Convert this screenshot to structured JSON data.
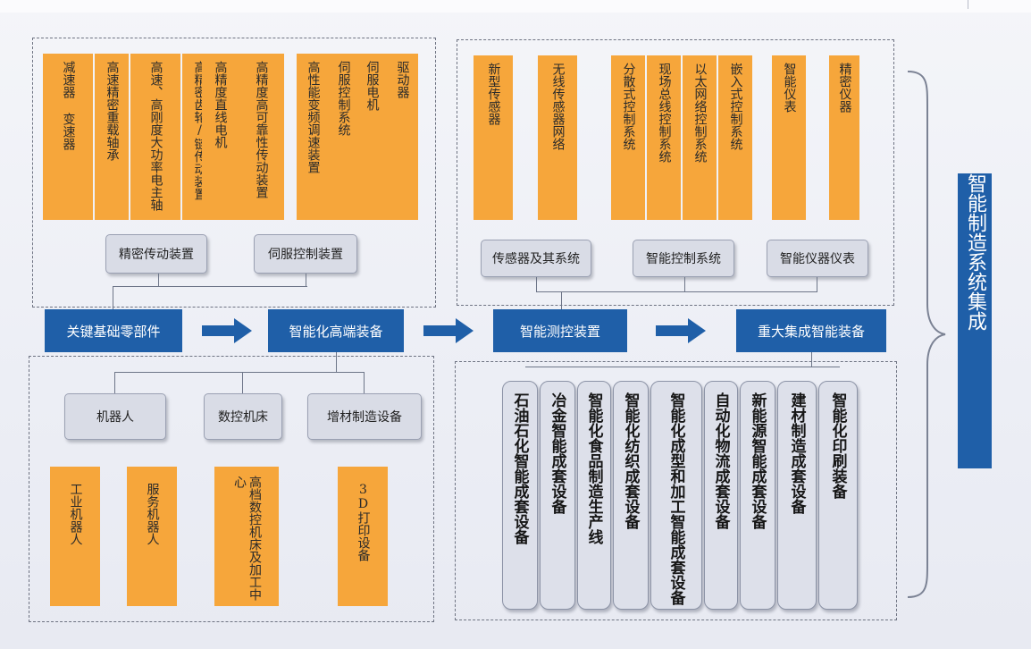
{
  "components_panel": {
    "items": [
      {
        "label": "减速器 变速器"
      },
      {
        "label": "高速精密重载轴承"
      },
      {
        "label": "高速、高刚度大功率电主轴"
      },
      {
        "label": "高精密齿轮/链传动装置"
      },
      {
        "label": "高精度直线电机"
      },
      {
        "label": "高精度高可靠性传动装置"
      }
    ],
    "servo_items": [
      {
        "label": "高性能变频调速装置"
      },
      {
        "label": "伺服控制系统"
      },
      {
        "label": "伺服电机"
      },
      {
        "label": "驱动器"
      }
    ],
    "groups": [
      {
        "label": "精密传动装置"
      },
      {
        "label": "伺服控制装置"
      }
    ]
  },
  "sensing_panel": {
    "items": [
      {
        "label": "新型传感器"
      },
      {
        "label": "无线传感器网络"
      },
      {
        "label": "分散式控制系统"
      },
      {
        "label": "现场总线控制系统"
      },
      {
        "label": "以太网络控制系统"
      },
      {
        "label": "嵌入式控制系统"
      },
      {
        "label": "智能仪表"
      },
      {
        "label": "精密仪器"
      }
    ],
    "groups": [
      {
        "label": "传感器及其系统"
      },
      {
        "label": "智能控制系统"
      },
      {
        "label": "智能仪器仪表"
      }
    ]
  },
  "flow": {
    "steps": [
      {
        "label": "关键基础零部件"
      },
      {
        "label": "智能化高端装备"
      },
      {
        "label": "智能测控装置"
      },
      {
        "label": "重大集成智能装备"
      }
    ]
  },
  "equipment_panel": {
    "groups": [
      {
        "label": "机器人"
      },
      {
        "label": "数控机床"
      },
      {
        "label": "增材制造设备"
      }
    ],
    "items": [
      {
        "label": "工业机器人"
      },
      {
        "label": "服务机器人"
      },
      {
        "label": "高档数控机床及加工中心"
      },
      {
        "label": "3D打印设备"
      }
    ]
  },
  "integration_panel": {
    "items": [
      {
        "label": "石油石化智能成套设备"
      },
      {
        "label": "冶金智能成套设备"
      },
      {
        "label": "智能化食品制造生产线"
      },
      {
        "label": "智能化纺织成套设备"
      },
      {
        "label": "智能化成型和加工智能成套设备"
      },
      {
        "label": "自动化物流成套设备"
      },
      {
        "label": "新能源智能成套设备"
      },
      {
        "label": "建材制造成套设备"
      },
      {
        "label": "智能化印刷装备"
      }
    ]
  },
  "side_title": "智能制造系统集成",
  "colors": {
    "accent_blue": "#1f5fa8",
    "orange": "#f6a63b",
    "gray": "#d9dce6"
  }
}
